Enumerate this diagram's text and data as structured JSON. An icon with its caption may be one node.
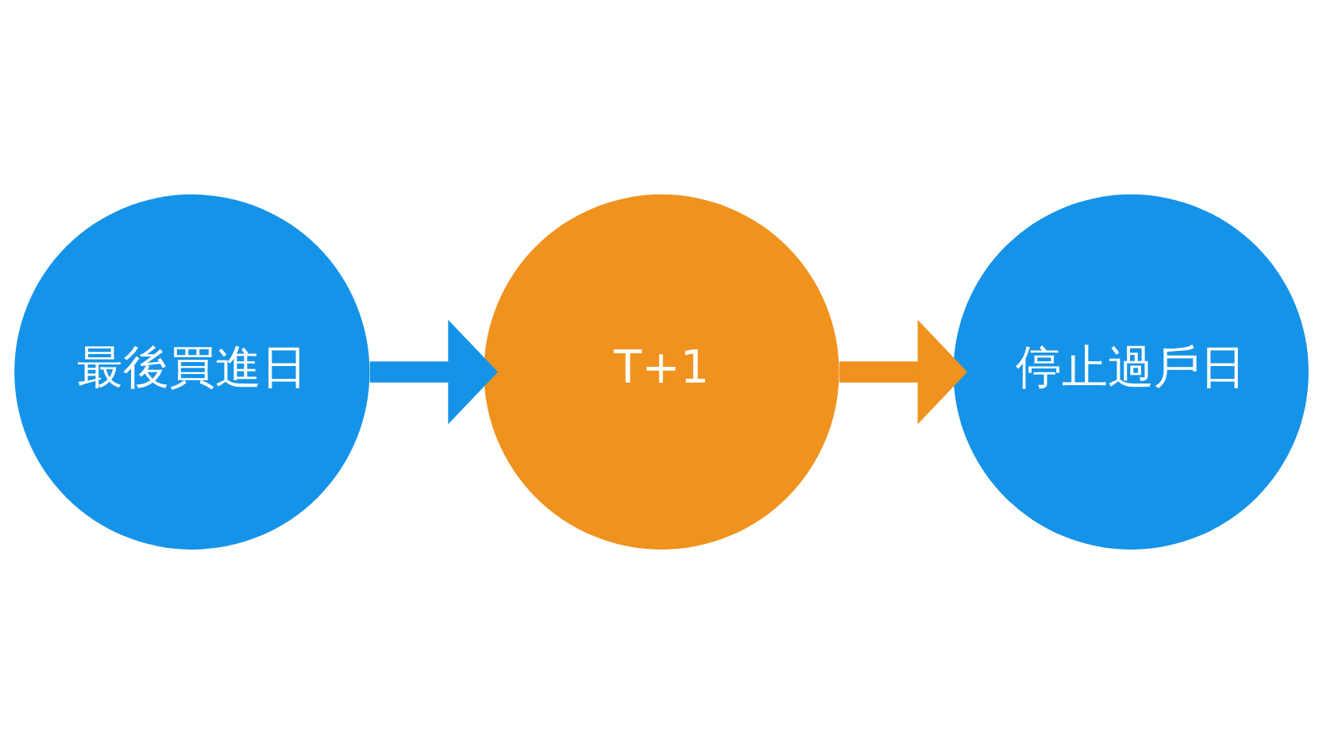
{
  "diagram": {
    "nodes": [
      {
        "text": [
          "最後買進日"
        ]
      },
      {
        "text": [
          "T+1"
        ]
      },
      {
        "text": [
          "停止過戶日"
        ]
      }
    ],
    "edges": [
      {
        "from": 0,
        "to": 1,
        "arrow": "to",
        "color": "#1593e8"
      },
      {
        "from": 1,
        "to": 2,
        "arrow": "to",
        "color": "#f0921e"
      }
    ]
  }
}
